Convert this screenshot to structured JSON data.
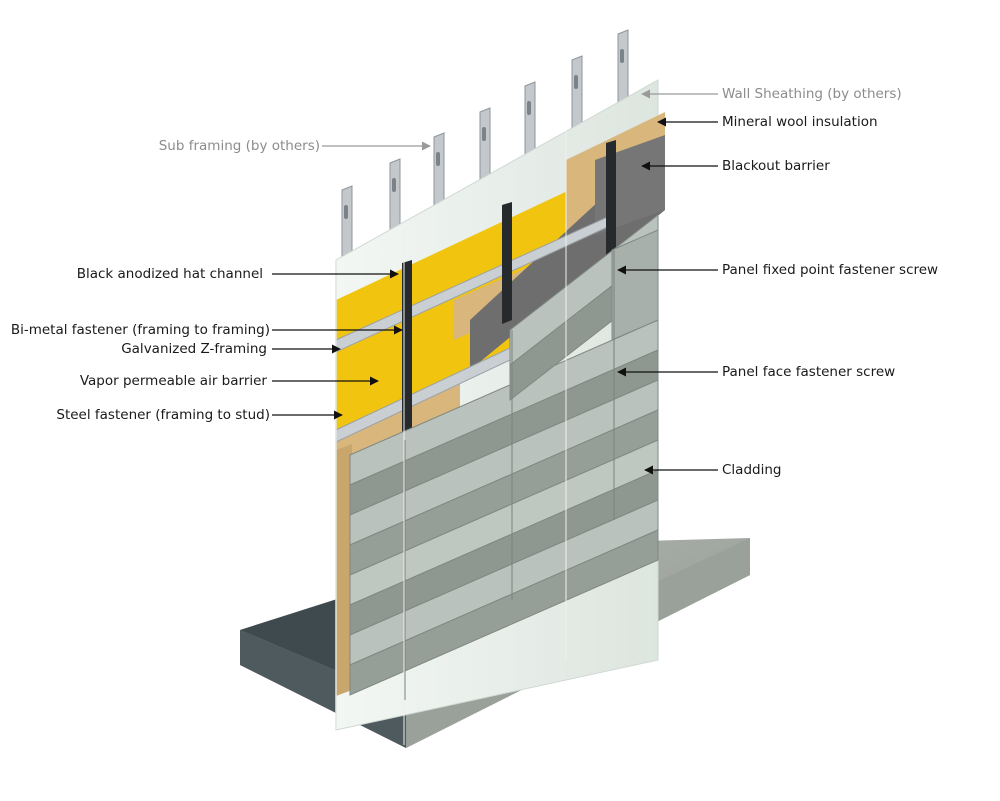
{
  "labels": {
    "wall_sheathing": "Wall Sheathing (by others)",
    "mineral_wool": "Mineral wool insulation",
    "blackout_barrier": "Blackout barrier",
    "fixed_point_screw": "Panel fixed point fastener screw",
    "face_screw": "Panel face fastener screw",
    "cladding": "Cladding",
    "sub_framing": "Sub framing (by others)",
    "hat_channel": "Black anodized hat channel",
    "bimetal_fastener": "Bi-metal fastener (framing to framing)",
    "z_framing": "Galvanized Z-framing",
    "air_barrier": "Vapor permeable air barrier",
    "steel_fastener": "Steel fastener (framing to stud)"
  },
  "colors": {
    "label_text": "#1a1a1a",
    "label_grey": "#8c8c8c",
    "leader_black": "#111111",
    "leader_grey": "#9a9a9a",
    "sheathing": "#e9efea",
    "membrane_yellow": "#f1c40f",
    "mineral_wool": "#d8b67c",
    "blackout": "#6e6e6e",
    "cladding_light": "#b9c2bc",
    "cladding_dark": "#8e9891",
    "concrete": "#9ea49e",
    "concrete_dark": "#4f5a5e",
    "steel": "#c3c8cc",
    "hat_channel": "#262a2c"
  }
}
